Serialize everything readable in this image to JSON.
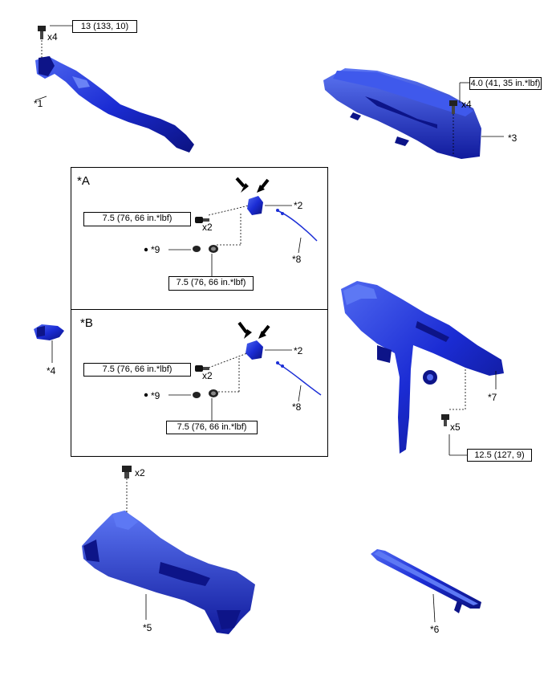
{
  "torque": {
    "t1": "13 (133, 10)",
    "t3": "4.0 (41, 35 in.*lbf)",
    "a_upper": "7.5 (76, 66 in.*lbf)",
    "a_lower": "7.5 (76, 66 in.*lbf)",
    "b_upper": "7.5 (76, 66 in.*lbf)",
    "b_lower": "7.5 (76, 66 in.*lbf)",
    "t7": "12.5 (127, 9)"
  },
  "qty": {
    "q1": "x4",
    "q3": "x4",
    "a": "x2",
    "b": "x2",
    "q5": "x2",
    "q7": "x5"
  },
  "parts": {
    "p1": "*1",
    "p2a": "*2",
    "p2b": "*2",
    "p3": "*3",
    "p4": "*4",
    "p5": "*5",
    "p6": "*6",
    "p7": "*7",
    "p8a": "*8",
    "p8b": "*8",
    "p9a": "*9",
    "p9b": "*9"
  },
  "sections": {
    "a": "*A",
    "b": "*B"
  },
  "colors": {
    "part_fill": "#1c2fd6",
    "part_dark": "#0d1488",
    "part_light": "#5a74f2"
  }
}
